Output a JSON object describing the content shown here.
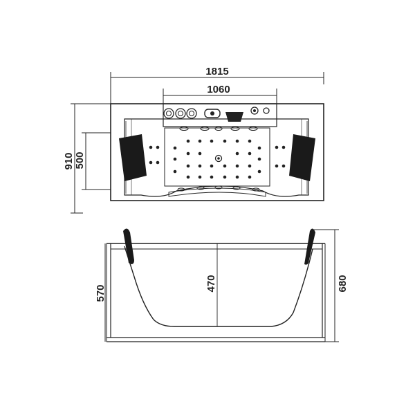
{
  "dimensions": {
    "overall_length": "1815",
    "inner_length": "1060",
    "overall_width": "910",
    "inner_width": "500",
    "outer_height": "570",
    "inner_depth": "470",
    "total_height": "680"
  },
  "colors": {
    "line": "#222222",
    "headrest": "#1a1a1a",
    "background": "#ffffff"
  }
}
